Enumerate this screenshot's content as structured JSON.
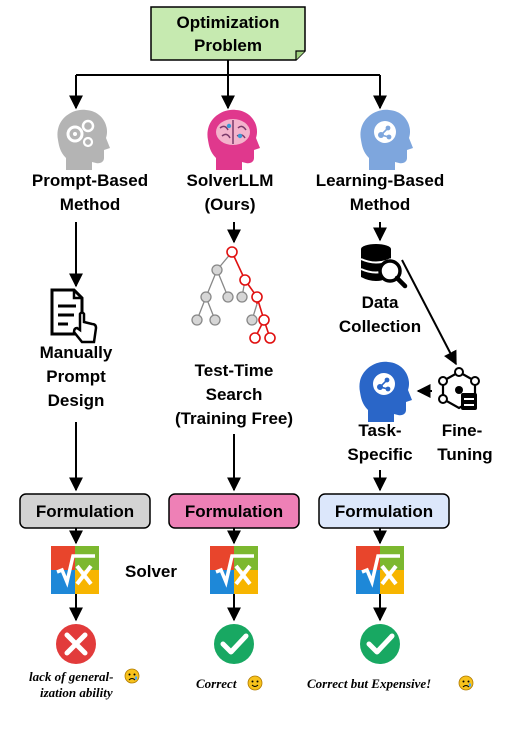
{
  "top": {
    "line1": "Optimization",
    "line2": "Problem"
  },
  "methods": {
    "prompt": {
      "line1": "Prompt-Based",
      "line2": "Method"
    },
    "solver": {
      "line1": "SolverLLM",
      "line2": "(Ours)"
    },
    "learning": {
      "line1": "Learning-Based",
      "line2": "Method"
    }
  },
  "steps": {
    "manual": {
      "line1": "Manually",
      "line2": "Prompt",
      "line3": "Design"
    },
    "search": {
      "line1": "Test-Time",
      "line2": "Search",
      "line3": "(Training Free)"
    },
    "data": {
      "line1": "Data",
      "line2": "Collection"
    },
    "task": {
      "line1": "Task-",
      "line2": "Specific"
    },
    "fine": {
      "line1": "Fine-",
      "line2": "Tuning"
    }
  },
  "formulation": {
    "left": "Formulation",
    "mid": "Formulation",
    "right": "Formulation"
  },
  "solver_label": "Solver",
  "outcomes": {
    "left": {
      "line1": "lack of general-",
      "line2": "ization ability"
    },
    "mid": "Correct",
    "right": "Correct but Expensive!"
  },
  "colors": {
    "top_box": "#c6eab0",
    "form_left": "#d3d3d3",
    "form_mid": "#ee80b6",
    "form_right": "#dce7fb",
    "fail": "#e23b3b",
    "success": "#18a862",
    "tree_highlight": "#e01010"
  },
  "icons": [
    "gear-head-icon",
    "brain-head-icon",
    "network-head-icon",
    "document-touch-icon",
    "search-tree-icon",
    "database-search-icon",
    "network-head-blue-icon",
    "fine-tune-network-icon",
    "solver-icon",
    "cross-icon",
    "check-icon",
    "sad-emoji-icon",
    "smile-emoji-icon"
  ]
}
